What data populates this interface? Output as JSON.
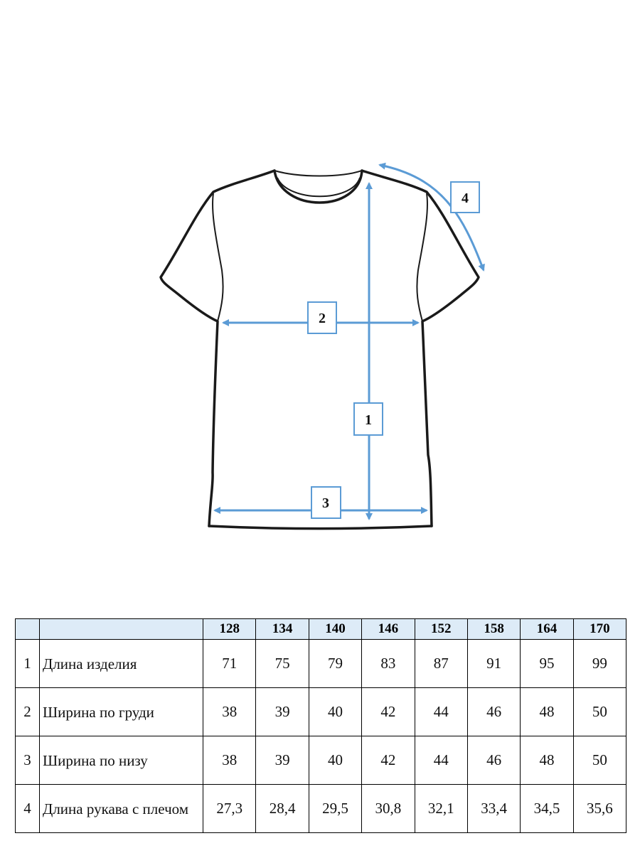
{
  "labels": {
    "l1": "1",
    "l2": "2",
    "l3": "3",
    "l4": "4"
  },
  "colors": {
    "accent": "#5b9bd5",
    "header_bg": "#ddebf7",
    "outline": "#1a1a1a"
  },
  "table": {
    "header_num": "",
    "header_name": "",
    "sizes": [
      "128",
      "134",
      "140",
      "146",
      "152",
      "158",
      "164",
      "170"
    ],
    "rows": [
      {
        "num": "1",
        "name": "Длина изделия",
        "values": [
          "71",
          "75",
          "79",
          "83",
          "87",
          "91",
          "95",
          "99"
        ]
      },
      {
        "num": "2",
        "name": "Ширина по груди",
        "values": [
          "38",
          "39",
          "40",
          "42",
          "44",
          "46",
          "48",
          "50"
        ]
      },
      {
        "num": "3",
        "name": "Ширина по низу",
        "values": [
          "38",
          "39",
          "40",
          "42",
          "44",
          "46",
          "48",
          "50"
        ]
      },
      {
        "num": "4",
        "name": "Длина рукава с плечом",
        "values": [
          "27,3",
          "28,4",
          "29,5",
          "30,8",
          "32,1",
          "33,4",
          "34,5",
          "35,6"
        ]
      }
    ]
  }
}
